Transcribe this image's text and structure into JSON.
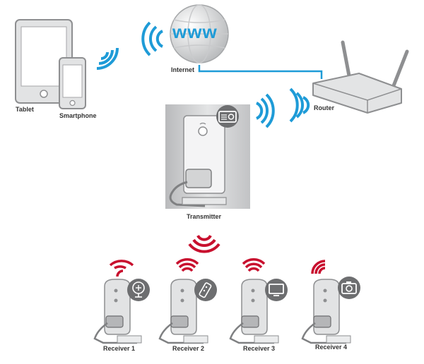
{
  "labels": {
    "tablet": "Tablet",
    "smartphone": "Smartphone",
    "internet": "Internet",
    "www": "www",
    "router": "Router",
    "transmitter": "Transmitter",
    "receivers": [
      "Receiver 1",
      "Receiver 2",
      "Receiver 3",
      "Receiver 4"
    ]
  },
  "icons": {
    "receivers": [
      "fan-icon",
      "remote-control-icon",
      "tv-icon",
      "camera-icon"
    ],
    "transmitter": "radio-icon"
  },
  "colors": {
    "wifi_blue": "#1e9bd7",
    "rf_red": "#c8102e",
    "device_gray": "#d9dadb",
    "icon_circle": "#6d6e70"
  }
}
